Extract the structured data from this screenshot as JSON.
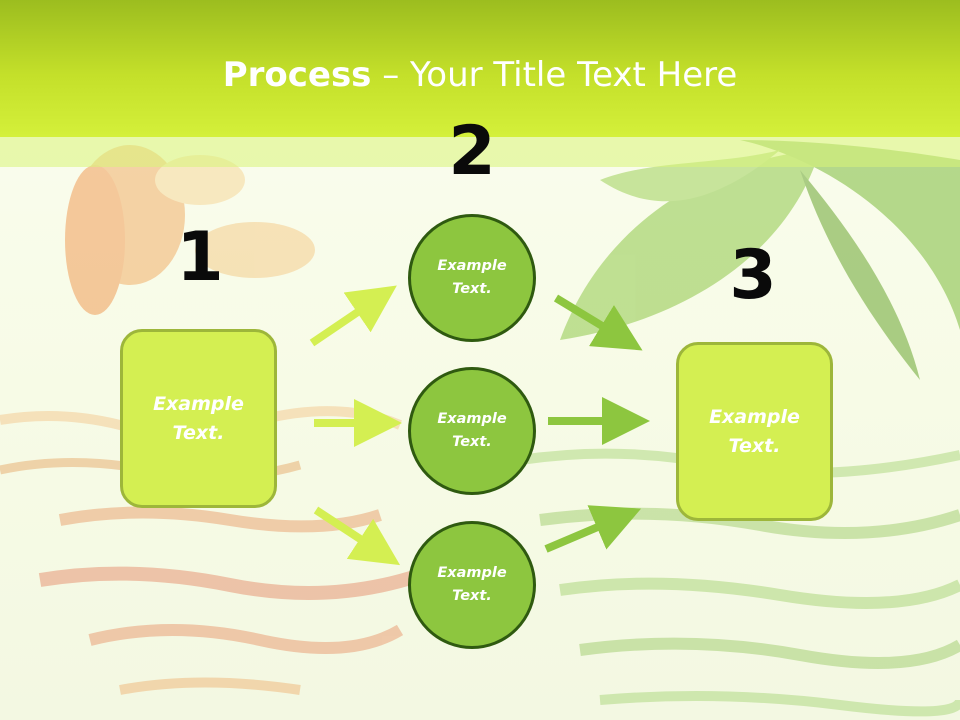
{
  "slide": {
    "title_bold": "Process",
    "title_rest": " – Your Title Text Here"
  },
  "steps": {
    "one": "1",
    "two": "2",
    "three": "3"
  },
  "nodes": {
    "left_box": "Example Text.",
    "circle_top": "Example Text.",
    "circle_middle": "Example Text.",
    "circle_bottom": "Example Text.",
    "right_box": "Example Text."
  },
  "colors": {
    "header": "#c4e02a",
    "box_fill": "#d4ef52",
    "circle_fill": "#8dc63f",
    "circle_border": "#2f5a10",
    "arrow_light": "#d4ef52",
    "arrow_dark": "#8dc63f"
  }
}
